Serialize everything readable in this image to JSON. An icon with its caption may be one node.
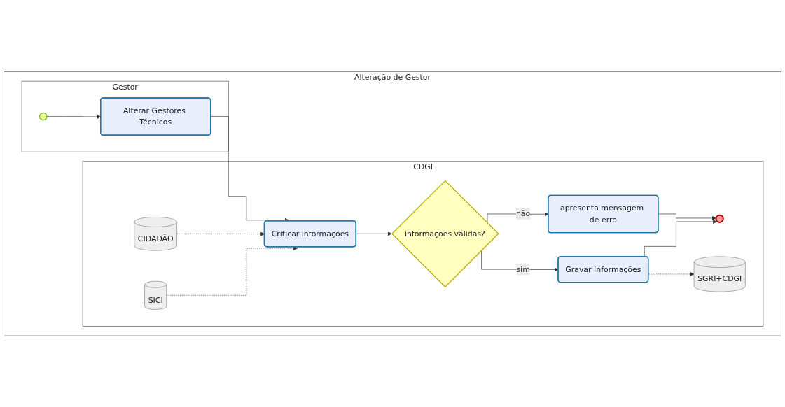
{
  "diagram": {
    "nodes": [
      {
        "text": [
          "Alteração de Gestor"
        ]
      },
      {
        "text": [
          "Gestor"
        ],
        "in": 0
      },
      {
        "text": [],
        "shape": "circle",
        "in": 1
      },
      {
        "text": [
          "Alterar Gestores Técnicos"
        ],
        "in": 1
      },
      {
        "text": [
          "CDGI"
        ],
        "in": 0
      },
      {
        "text": [
          "CIDADÃO"
        ],
        "in": 4
      },
      {
        "text": [
          "SICI"
        ],
        "in": 4
      },
      {
        "text": [
          "Criticar informações"
        ],
        "in": 4
      },
      {
        "text": [
          "informações válidas?"
        ],
        "in": 4
      },
      {
        "text": [
          "apresenta mensagem de erro"
        ],
        "in": 4
      },
      {
        "text": [
          "Gravar Informações"
        ],
        "in": 4
      },
      {
        "text": [],
        "shape": "circle",
        "in": 4
      },
      {
        "text": [
          "SGRI+CDGI"
        ],
        "in": 4
      }
    ],
    "edges": [
      {
        "from": 2,
        "to": 3,
        "arrow": "to"
      },
      {
        "from": 3,
        "to": 7,
        "arrow": "to"
      },
      {
        "from": 5,
        "to": 7,
        "arrow": "to",
        "style": "dashed"
      },
      {
        "from": 6,
        "to": 7,
        "arrow": "to",
        "style": "dashed"
      },
      {
        "from": 7,
        "to": 8,
        "arrow": "to"
      },
      {
        "from": 8,
        "to": 9,
        "label": "não",
        "arrow": "to"
      },
      {
        "from": 8,
        "to": 10,
        "label": "sim",
        "arrow": "to"
      },
      {
        "from": 9,
        "to": 11,
        "arrow": "to"
      },
      {
        "from": 10,
        "to": 11,
        "arrow": "to"
      },
      {
        "from": 10,
        "to": 12,
        "arrow": "to",
        "style": "dashed"
      }
    ]
  }
}
